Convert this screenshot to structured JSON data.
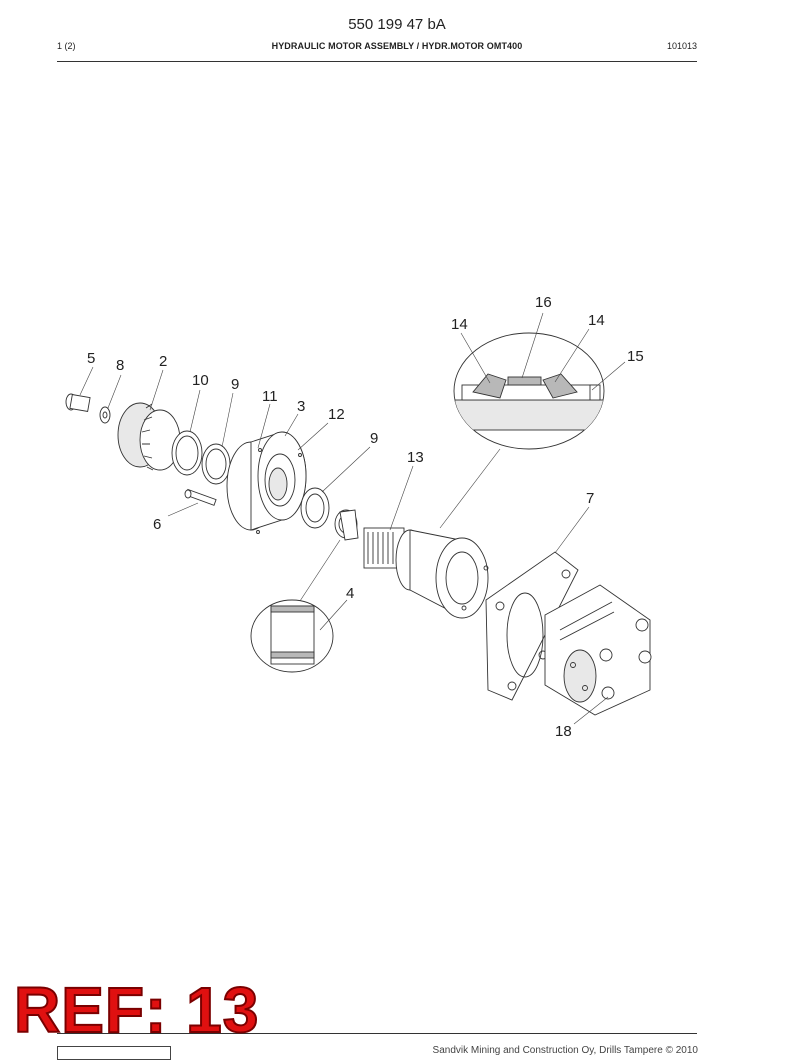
{
  "header": {
    "doc_number": "550 199 47 bA",
    "page_count": "1 (2)",
    "title": "HYDRAULIC MOTOR ASSEMBLY / HYDR.MOTOR OMT400",
    "code": "101013"
  },
  "drawing": {
    "callouts": {
      "c2": "2",
      "c3": "3",
      "c4": "4",
      "c5": "5",
      "c6": "6",
      "c7": "7",
      "c8": "8",
      "c9a": "9",
      "c9b": "9",
      "c10": "10",
      "c11": "11",
      "c12": "12",
      "c13": "13",
      "c14a": "14",
      "c14b": "14",
      "c15": "15",
      "c16": "16",
      "c18": "18"
    }
  },
  "stamp": {
    "text": "REF: 13"
  },
  "footer": {
    "copyright": "Sandvik Mining and Construction Oy, Drills Tampere © 2010"
  }
}
